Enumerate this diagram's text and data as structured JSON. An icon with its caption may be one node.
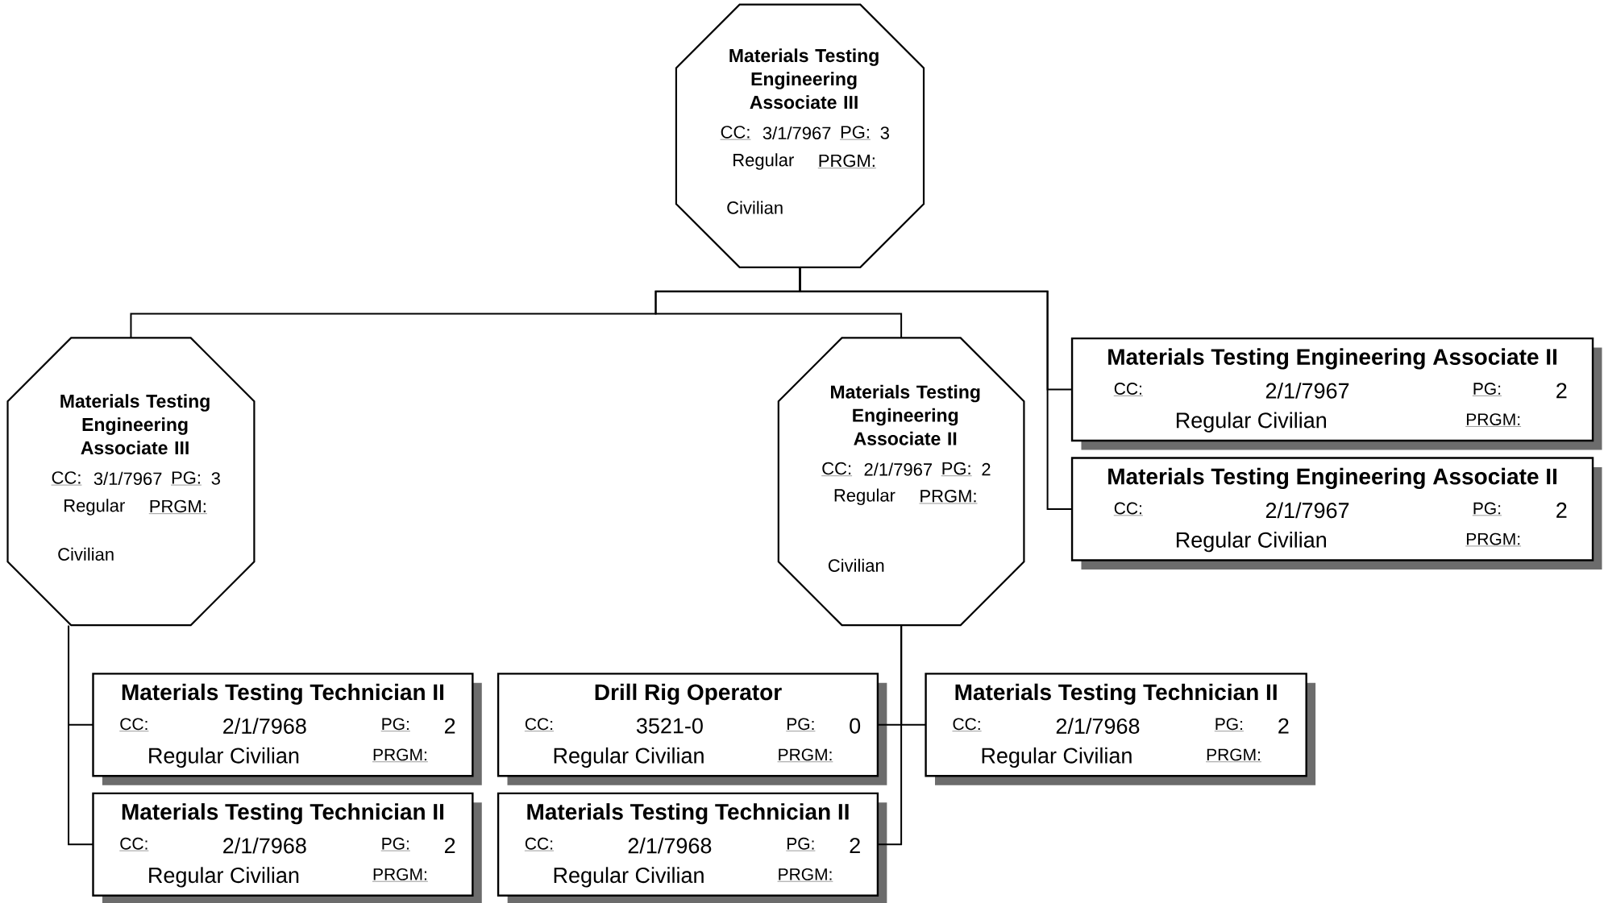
{
  "diagram": {
    "nodes": [
      {
        "text": [
          "Materials Testing Engineering Associate III",
          "CC:",
          "3/1/7967",
          "PG:",
          "3",
          "Regular",
          "PRGM:",
          "Civilian"
        ]
      },
      {
        "text": [
          "Materials Testing Engineering Associate III",
          "CC:",
          "3/1/7967",
          "PG:",
          "3",
          "Regular",
          "PRGM:",
          "Civilian"
        ]
      },
      {
        "text": [
          "Materials Testing Engineering Associate II",
          "CC:",
          "2/1/7967",
          "PG:",
          "2",
          "Regular",
          "PRGM:",
          "Civilian"
        ]
      },
      {
        "text": [
          "Materials Testing Engineering Associate II",
          "CC:",
          "2/1/7967",
          "PG:",
          "2",
          "Regular Civilian",
          "PRGM:"
        ]
      },
      {
        "text": [
          "Materials Testing Engineering Associate II",
          "CC:",
          "2/1/7967",
          "PG:",
          "2",
          "Regular Civilian",
          "PRGM:"
        ]
      },
      {
        "text": [
          "Materials Testing Technician II",
          "CC:",
          "2/1/7968",
          "PG:",
          "2",
          "Regular Civilian",
          "PRGM:"
        ]
      },
      {
        "text": [
          "Materials Testing Technician II",
          "CC:",
          "2/1/7968",
          "PG:",
          "2",
          "Regular Civilian",
          "PRGM:"
        ]
      },
      {
        "text": [
          "Drill Rig Operator",
          "CC:",
          "3521-0",
          "PG:",
          "0",
          "Regular Civilian",
          "PRGM:"
        ]
      },
      {
        "text": [
          "Materials Testing Technician II",
          "CC:",
          "2/1/7968",
          "PG:",
          "2",
          "Regular Civilian",
          "PRGM:"
        ]
      },
      {
        "text": [
          "Materials Testing Technician II",
          "CC:",
          "2/1/7968",
          "PG:",
          "2",
          "Regular Civilian",
          "PRGM:"
        ]
      }
    ],
    "edges": [
      {
        "from": 0,
        "to": 1,
        "arrow": "none"
      },
      {
        "from": 0,
        "to": 2,
        "arrow": "none"
      },
      {
        "from": 0,
        "to": 3,
        "arrow": "none"
      },
      {
        "from": 0,
        "to": 4,
        "arrow": "none"
      },
      {
        "from": 1,
        "to": 5,
        "arrow": "none"
      },
      {
        "from": 1,
        "to": 6,
        "arrow": "none"
      },
      {
        "from": 2,
        "to": 7,
        "arrow": "none"
      },
      {
        "from": 2,
        "to": 9,
        "arrow": "none"
      },
      {
        "from": 2,
        "to": 8,
        "arrow": "none"
      }
    ]
  }
}
